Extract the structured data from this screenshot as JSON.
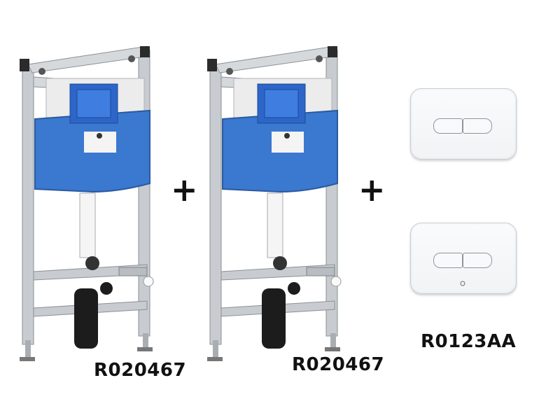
{
  "products": [
    {
      "code": "R020467",
      "icon": "wc-frame-cistern-icon"
    },
    {
      "code": "R020467",
      "icon": "wc-frame-cistern-icon"
    },
    {
      "code": "R0123AA",
      "icon": "flush-plate-icon"
    }
  ],
  "separators": [
    "+",
    "+"
  ],
  "colors": {
    "cistern_blue": "#3b78d0",
    "frame_grey": "#c5c9cd",
    "pipe_black": "#1c1c1c",
    "plate_white": "#f3f4f6"
  }
}
